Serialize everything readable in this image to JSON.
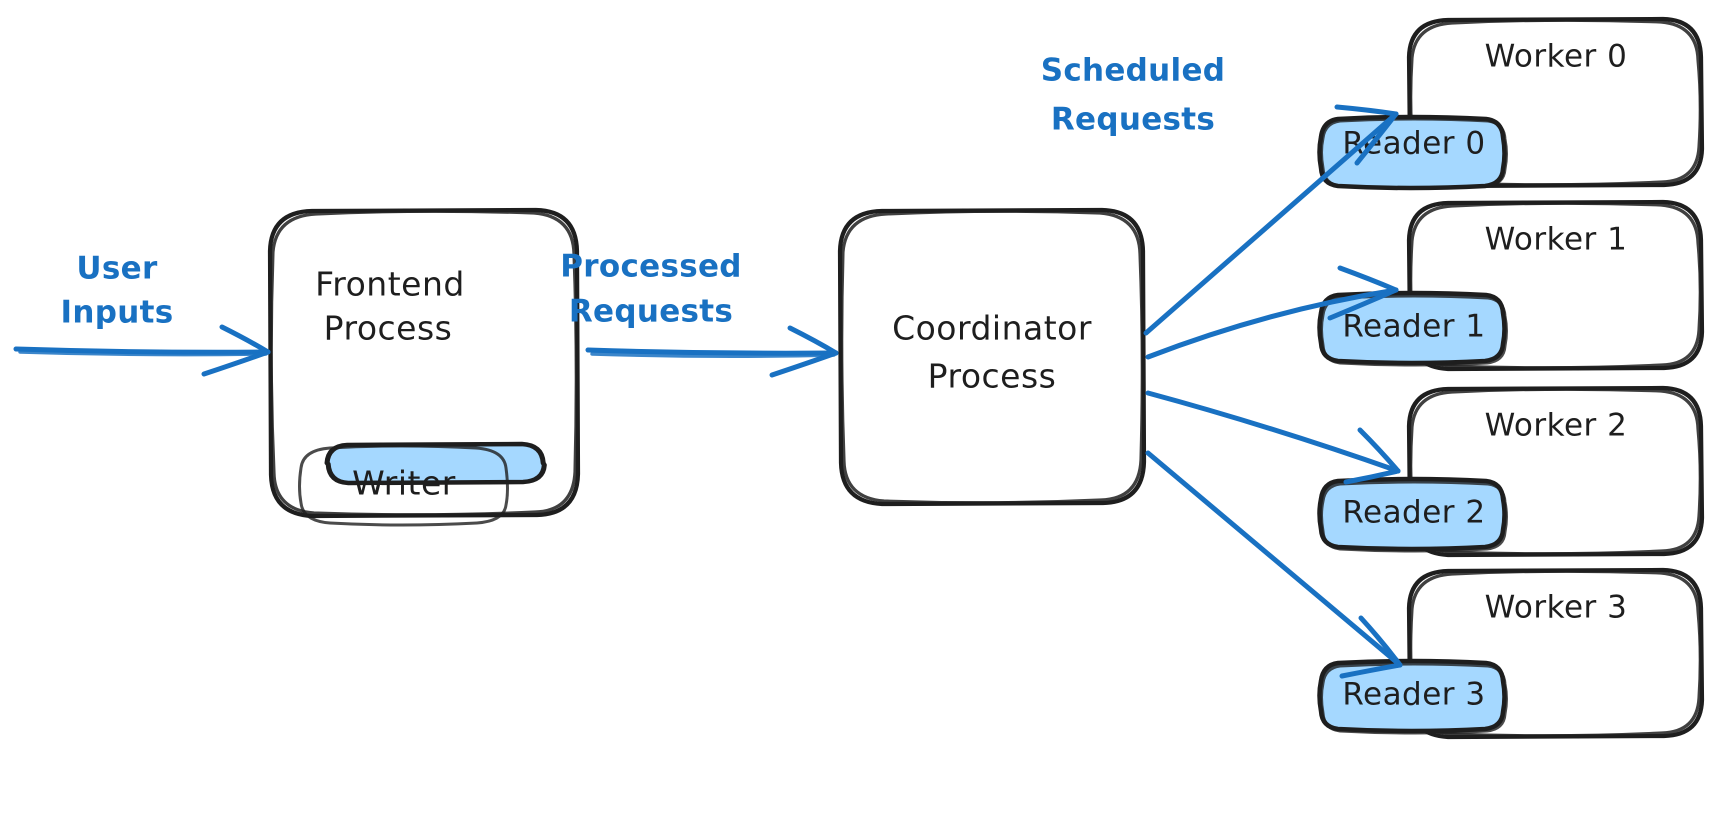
{
  "diagram": {
    "title": "Frontend / Coordinator / Worker process architecture",
    "style": "hand-drawn sketch",
    "background_color": "#ffffff",
    "stroke_color": "#1e1e1e",
    "accent_color": "#1971c2",
    "fill_color": "#a5d8ff"
  },
  "nodes": {
    "frontend": {
      "label_line1": "Frontend",
      "label_line2": "Process",
      "inner": {
        "label": "Writer"
      }
    },
    "coordinator": {
      "label_line1": "Coordinator",
      "label_line2": "Process"
    },
    "workers": [
      {
        "label": "Worker 0",
        "inner": {
          "label": "Reader 0"
        }
      },
      {
        "label": "Worker 1",
        "inner": {
          "label": "Reader 1"
        }
      },
      {
        "label": "Worker 2",
        "inner": {
          "label": "Reader 2"
        }
      },
      {
        "label": "Worker 3",
        "inner": {
          "label": "Reader 3"
        }
      }
    ]
  },
  "edges": {
    "user_inputs": {
      "label_line1": "User",
      "label_line2": "Inputs"
    },
    "processed_requests": {
      "label_line1": "Processed",
      "label_line2": "Requests"
    },
    "scheduled_requests": {
      "label_line1": "Scheduled",
      "label_line2": "Requests"
    }
  }
}
